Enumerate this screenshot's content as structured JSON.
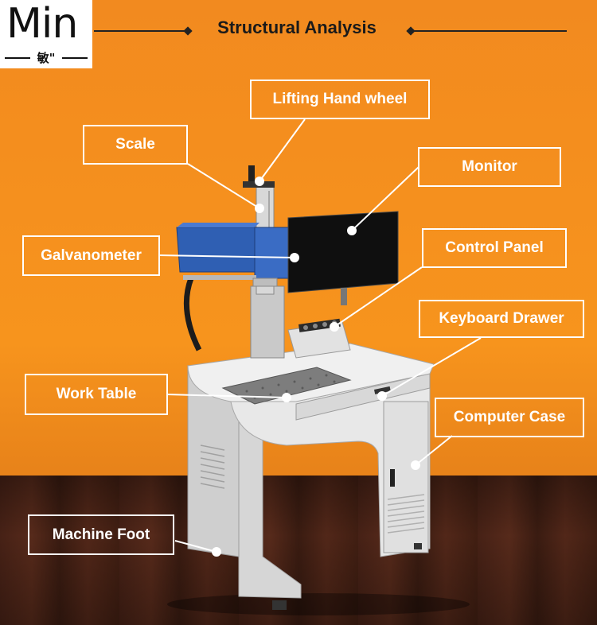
{
  "header": {
    "logo_text": "Min",
    "logo_subtext": "敏\"",
    "title": "Structural Analysis"
  },
  "labels": {
    "lifting_hand_wheel": "Lifting Hand wheel",
    "scale": "Scale",
    "monitor": "Monitor",
    "galvanometer": "Galvanometer",
    "control_panel": "Control Panel",
    "keyboard_drawer": "Keyboard Drawer",
    "work_table": "Work Table",
    "computer_case": "Computer Case",
    "machine_foot": "Machine Foot"
  },
  "colors": {
    "background": "#f7941d",
    "floor": "#4a2317",
    "label_border": "#ffffff",
    "galvanometer_blue": "#2f5fb3",
    "machine_body": "#e3e3e3"
  }
}
